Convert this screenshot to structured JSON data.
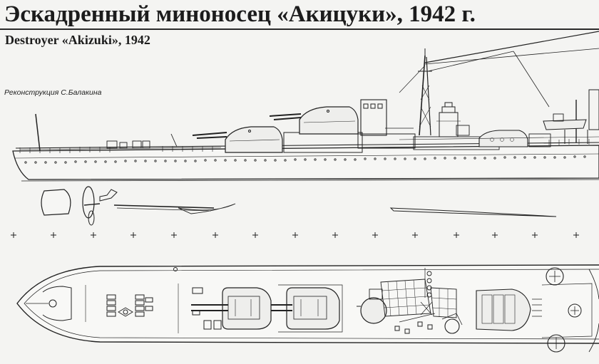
{
  "title_ru": "Эскадренный миноносец «Акицуки», 1942 г.",
  "title_en": "Destroyer «Akizuki», 1942",
  "credit": "Реконструкция С.Балакина"
}
